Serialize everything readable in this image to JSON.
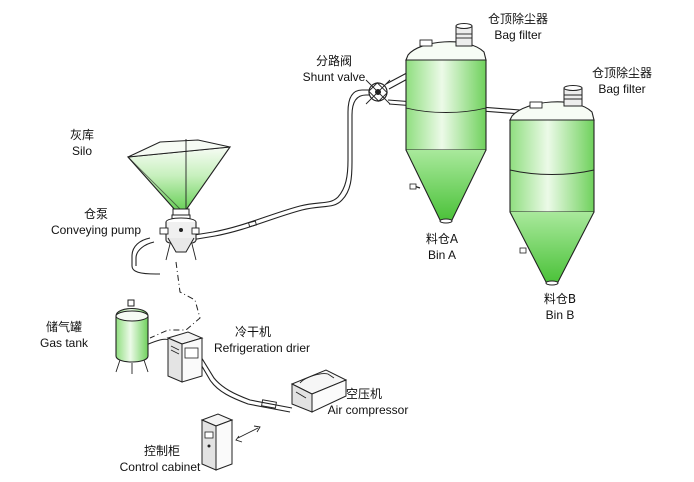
{
  "colors": {
    "green_top": "#f4fbf1",
    "green_bottom": "#6fd15c",
    "line": "#222222"
  },
  "labels": {
    "silo": {
      "cn": "灰库",
      "en": "Silo"
    },
    "conveying_pump": {
      "cn": "仓泵",
      "en": "Conveying pump"
    },
    "gas_tank": {
      "cn": "储气罐",
      "en": "Gas tank"
    },
    "refrigeration_drier": {
      "cn": "冷干机",
      "en": "Refrigeration drier"
    },
    "air_compressor": {
      "cn": "空压机",
      "en": "Air compressor"
    },
    "control_cabinet": {
      "cn": "控制柜",
      "en": "Control cabinet"
    },
    "shunt_valve": {
      "cn": "分路阀",
      "en": "Shunt valve"
    },
    "bag_filter_a": {
      "cn": "仓顶除尘器",
      "en": "Bag filter"
    },
    "bag_filter_b": {
      "cn": "仓顶除尘器",
      "en": "Bag filter"
    },
    "bin_a": {
      "cn": "料仓A",
      "en": "Bin A"
    },
    "bin_b": {
      "cn": "料仓B",
      "en": "Bin B"
    }
  },
  "icons": [
    "silo-icon",
    "conveying-pump-icon",
    "gas-tank-icon",
    "refrigeration-drier-icon",
    "air-compressor-icon",
    "control-cabinet-icon",
    "shunt-valve-icon",
    "bin-icon",
    "bag-filter-icon"
  ]
}
